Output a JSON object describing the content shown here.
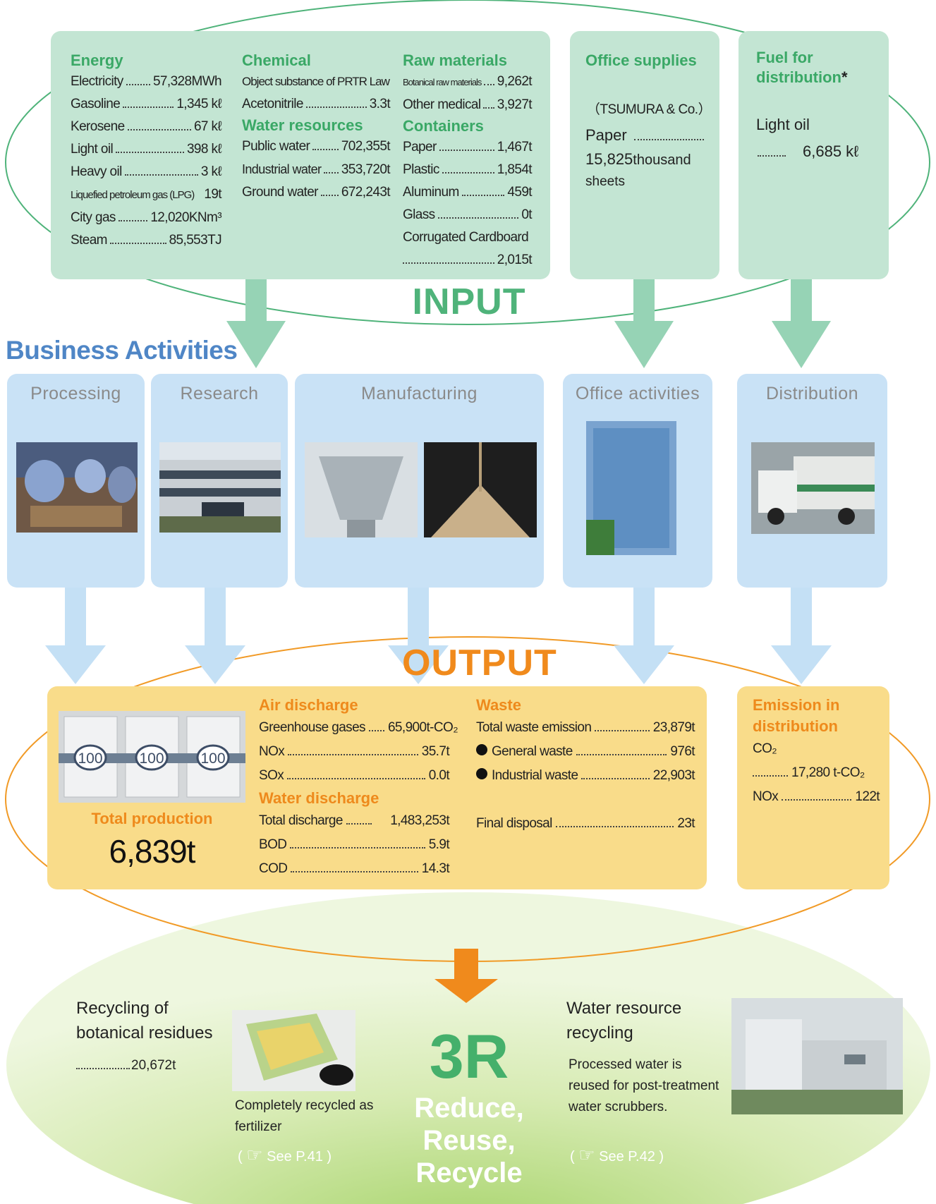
{
  "input": {
    "title": "INPUT",
    "energy": {
      "heading": "Energy",
      "items": [
        {
          "label": "Electricity",
          "value": "57,328MWh"
        },
        {
          "label": "Gasoline",
          "value": "1,345 kℓ"
        },
        {
          "label": "Kerosene",
          "value": "67 kℓ"
        },
        {
          "label": "Light oil",
          "value": "398 kℓ"
        },
        {
          "label": "Heavy oil",
          "value": "3 kℓ"
        },
        {
          "label": "Liquefied petroleum gas (LPG)",
          "value": "19t"
        },
        {
          "label": "City gas",
          "value": "12,020KNm³"
        },
        {
          "label": "Steam",
          "value": "85,553TJ"
        }
      ]
    },
    "chemical": {
      "heading": "Chemical",
      "subheading": "Object substance of PRTR Law",
      "items": [
        {
          "label": "Acetonitrile",
          "value": "3.3t"
        }
      ]
    },
    "water_resources": {
      "heading": "Water resources",
      "items": [
        {
          "label": "Public water",
          "value": "702,355t"
        },
        {
          "label": "Industrial water",
          "value": "353,720t"
        },
        {
          "label": "Ground water",
          "value": "672,243t"
        }
      ]
    },
    "raw_materials": {
      "heading": "Raw materials",
      "items": [
        {
          "label": "Botanical raw materials",
          "value": "9,262t"
        },
        {
          "label": "Other medical",
          "value": "3,927t"
        }
      ]
    },
    "containers": {
      "heading": "Containers",
      "items": [
        {
          "label": "Paper",
          "value": "1,467t"
        },
        {
          "label": "Plastic",
          "value": "1,854t"
        },
        {
          "label": "Aluminum",
          "value": "459t"
        },
        {
          "label": "Glass",
          "value": "0t"
        },
        {
          "label": "Corrugated Cardboard",
          "value": "2,015t"
        }
      ]
    },
    "office_supplies": {
      "heading": "Office supplies",
      "company": "（TSUMURA & Co.）",
      "label": "Paper",
      "value_number": "15,825",
      "value_unit": "thousand",
      "value_unit2": "sheets"
    },
    "fuel": {
      "heading_line1": "Fuel for",
      "heading_line2": "distribution",
      "asterisk": "*",
      "label": "Light oil",
      "value": "6,685 kℓ"
    }
  },
  "business": {
    "title": "Business Activities",
    "activities": [
      {
        "label": "Processing"
      },
      {
        "label": "Research"
      },
      {
        "label": "Manufacturing"
      },
      {
        "label": "Office activities"
      },
      {
        "label": "Distribution"
      }
    ]
  },
  "output": {
    "title": "OUTPUT",
    "total_label": "Total production",
    "total_value": "6,839t",
    "package_number": "100",
    "air": {
      "heading": "Air discharge",
      "items": [
        {
          "label": "Greenhouse gases",
          "value": "65,900t-CO₂"
        },
        {
          "label": "NOx",
          "value": "35.7t"
        },
        {
          "label": "SOx",
          "value": "0.0t"
        }
      ]
    },
    "water": {
      "heading": "Water discharge",
      "items": [
        {
          "label": "Total discharge",
          "value": "1,483,253t"
        },
        {
          "label": "BOD",
          "value": "5.9t"
        },
        {
          "label": "COD",
          "value": "14.3t"
        }
      ]
    },
    "waste": {
      "heading": "Waste",
      "items": [
        {
          "label": "Total waste emission",
          "value": "23,879t"
        },
        {
          "label": "General waste",
          "value": "976t"
        },
        {
          "label": "Industrial waste",
          "value": "22,903t"
        },
        {
          "label": "Final disposal",
          "value": "23t"
        }
      ]
    },
    "emission": {
      "heading_line1": "Emission in",
      "heading_line2": "distribution",
      "co2_label": "CO₂",
      "co2_value": "17,280 t-CO₂",
      "nox_label": "NOx",
      "nox_value": "122t"
    }
  },
  "recycle": {
    "center_big": "3R",
    "center_words": [
      "Reduce,",
      "Reuse,",
      "Recycle"
    ],
    "left_title_line1": "Recycling of",
    "left_title_line2": "botanical  residues",
    "left_value": "20,672t",
    "left_caption_line1": "Completely recycled as",
    "left_caption_line2": "fertilizer",
    "left_see": "See P.41",
    "right_title_line1": "Water resource",
    "right_title_line2": "recycling",
    "right_desc_line1": "Processed water is",
    "right_desc_line2": "reused for post-treatment",
    "right_desc_line3": "water scrubbers.",
    "right_see": "See P.42"
  }
}
